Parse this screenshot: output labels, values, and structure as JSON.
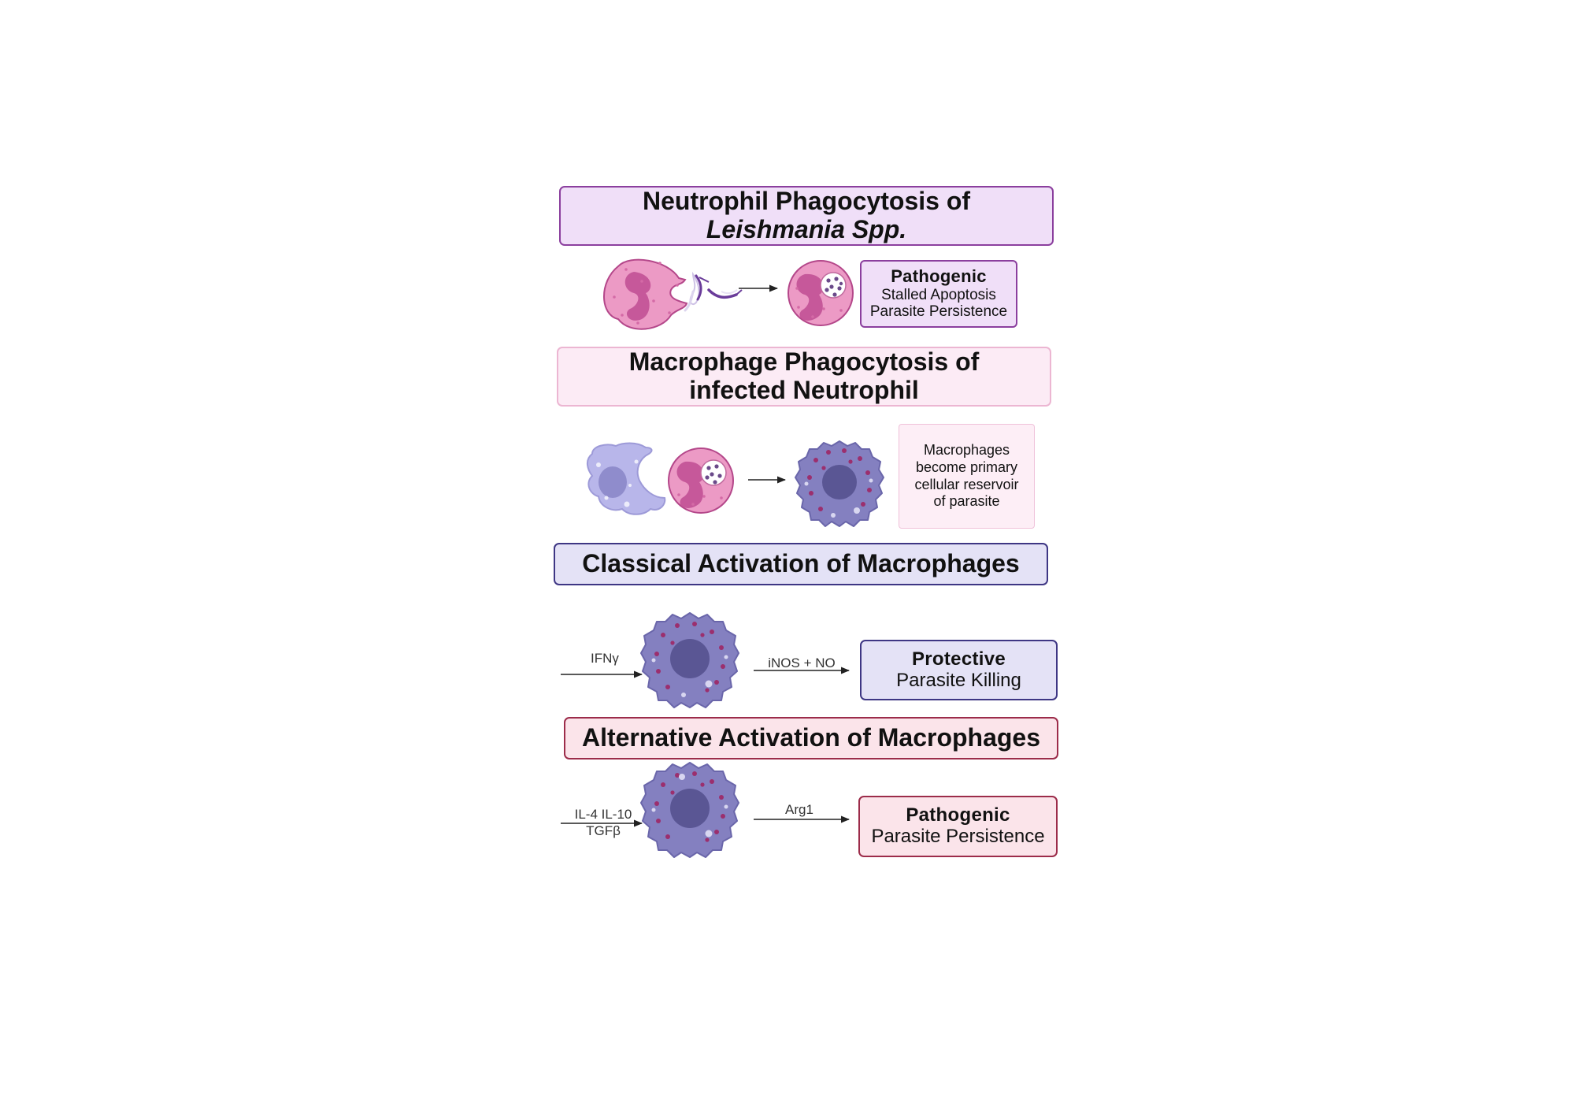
{
  "sections": {
    "neutrophil": {
      "title_line1": "Neutrophil Phagocytosis of",
      "title_line2": "Leishmania Spp.",
      "result_title": "Pathogenic",
      "result_line1": "Stalled Apoptosis",
      "result_line2": "Parasite Persistence"
    },
    "macrophage": {
      "title_line1": "Macrophage Phagocytosis of",
      "title_line2": "infected Neutrophil",
      "note_line1": "Macrophages",
      "note_line2": "become primary",
      "note_line3": "cellular reservoir",
      "note_line4": "of parasite"
    },
    "classical": {
      "title": "Classical Activation of Macrophages",
      "input_label": "IFNγ",
      "output_label": "iNOS + NO",
      "result_title": "Protective",
      "result_line": "Parasite Killing"
    },
    "alternative": {
      "title": "Alternative Activation of Macrophages",
      "input_label_line1": "IL-4 IL-10",
      "input_label_line2": "TGFβ",
      "output_label": "Arg1",
      "result_title": "Pathogenic",
      "result_line": "Parasite Persistence"
    }
  },
  "colors": {
    "neutrophil_fill": "#f0dff8",
    "neutrophil_border": "#8b3f9e",
    "macrophage_title_fill": "#fcebf5",
    "macrophage_title_border": "#ecb6d2",
    "classical_fill": "#e4e2f6",
    "classical_border": "#3e3684",
    "alternative_fill": "#fbe4ea",
    "alternative_border": "#9c2c4a",
    "neutrophil_cell": "#e8a0c8",
    "macrophage_cell": "#8a84c4"
  },
  "icons": [
    "neutrophil-cell-icon",
    "leishmania-parasite-icon",
    "infected-neutrophil-icon",
    "resting-macrophage-icon",
    "infected-macrophage-icon",
    "arrow-icon"
  ]
}
